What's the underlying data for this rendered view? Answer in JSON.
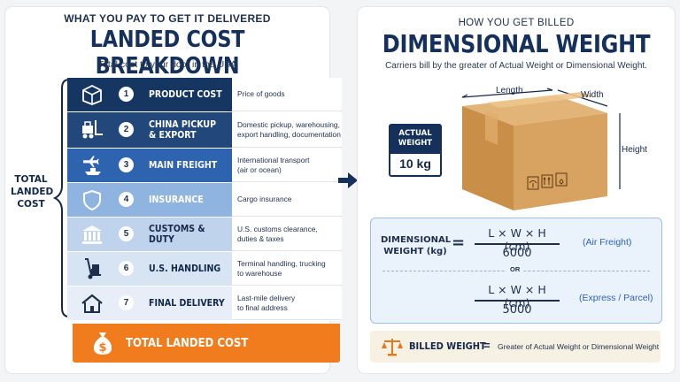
{
  "left": {
    "kicker": "WHAT YOU PAY TO GET IT DELIVERED",
    "title": "LANDED COST BREAKDOWN",
    "subtitle": "Total cost to your door in the USA",
    "total_side_label_1": "TOTAL",
    "total_side_label_2": "LANDED",
    "total_side_label_3": "COST",
    "rows": [
      {
        "num": "1",
        "label_1": "PRODUCT COST",
        "label_2": "",
        "desc_1": "Price of goods",
        "desc_2": "",
        "icon": "box-icon",
        "bg": "#153661"
      },
      {
        "num": "2",
        "label_1": "CHINA PICKUP",
        "label_2": "& EXPORT",
        "desc_1": "Domestic pickup, warehousing,",
        "desc_2": "export handling, documentation",
        "icon": "forklift-icon",
        "bg": "#22477a"
      },
      {
        "num": "3",
        "label_1": "MAIN FREIGHT",
        "label_2": "",
        "desc_1": "International transport",
        "desc_2": "(air or ocean)",
        "icon": "plane-ship-icon",
        "bg": "#2e63b0"
      },
      {
        "num": "4",
        "label_1": "INSURANCE",
        "label_2": "",
        "desc_1": "Cargo insurance",
        "desc_2": "",
        "icon": "shield-icon",
        "bg": "#8eb4df"
      },
      {
        "num": "5",
        "label_1": "CUSTOMS & DUTY",
        "label_2": "",
        "desc_1": "U.S. customs clearance,",
        "desc_2": "duties & taxes",
        "icon": "bank-icon",
        "bg": "#bfd4ec"
      },
      {
        "num": "6",
        "label_1": "U.S. HANDLING",
        "label_2": "",
        "desc_1": "Terminal handling, trucking",
        "desc_2": "to warehouse",
        "icon": "hand-truck-icon",
        "bg": "#d7e4f3"
      },
      {
        "num": "7",
        "label_1": "FINAL DELIVERY",
        "label_2": "",
        "desc_1": "Last-mile delivery",
        "desc_2": "to final address",
        "icon": "house-icon",
        "bg": "#e7eef7"
      }
    ],
    "total_label": "TOTAL LANDED COST",
    "total_icon": "money-bag-icon",
    "money_symbol": "$"
  },
  "right": {
    "kicker": "HOW YOU GET BILLED",
    "title": "DIMENSIONAL WEIGHT",
    "subtitle": "Carriers bill by the greater of Actual Weight or Dimensional Weight.",
    "box_length_label": "Length",
    "box_width_label": "Width",
    "box_height_label": "Height",
    "actual_weight_label_1": "ACTUAL",
    "actual_weight_label_2": "WEIGHT",
    "actual_weight_value": "10 kg",
    "dim_label_1": "DIMENSIONAL",
    "dim_label_2": "WEIGHT (kg)",
    "equals": "=",
    "formula_numerator": "L × W × H (cm)",
    "air_divisor": "6000",
    "air_note": "(Air Freight)",
    "or_label": "OR",
    "express_divisor": "5000",
    "express_note": "(Express / Parcel)",
    "billed_label": "BILLED WEIGHT",
    "billed_equals": "=",
    "billed_desc": "Greater of Actual Weight or Dimensional Weight"
  },
  "colors": {
    "navy": "#15305b",
    "orange": "#f07c1e",
    "box_brown": "#d39a55",
    "formula_blue": "#2e63b0"
  }
}
